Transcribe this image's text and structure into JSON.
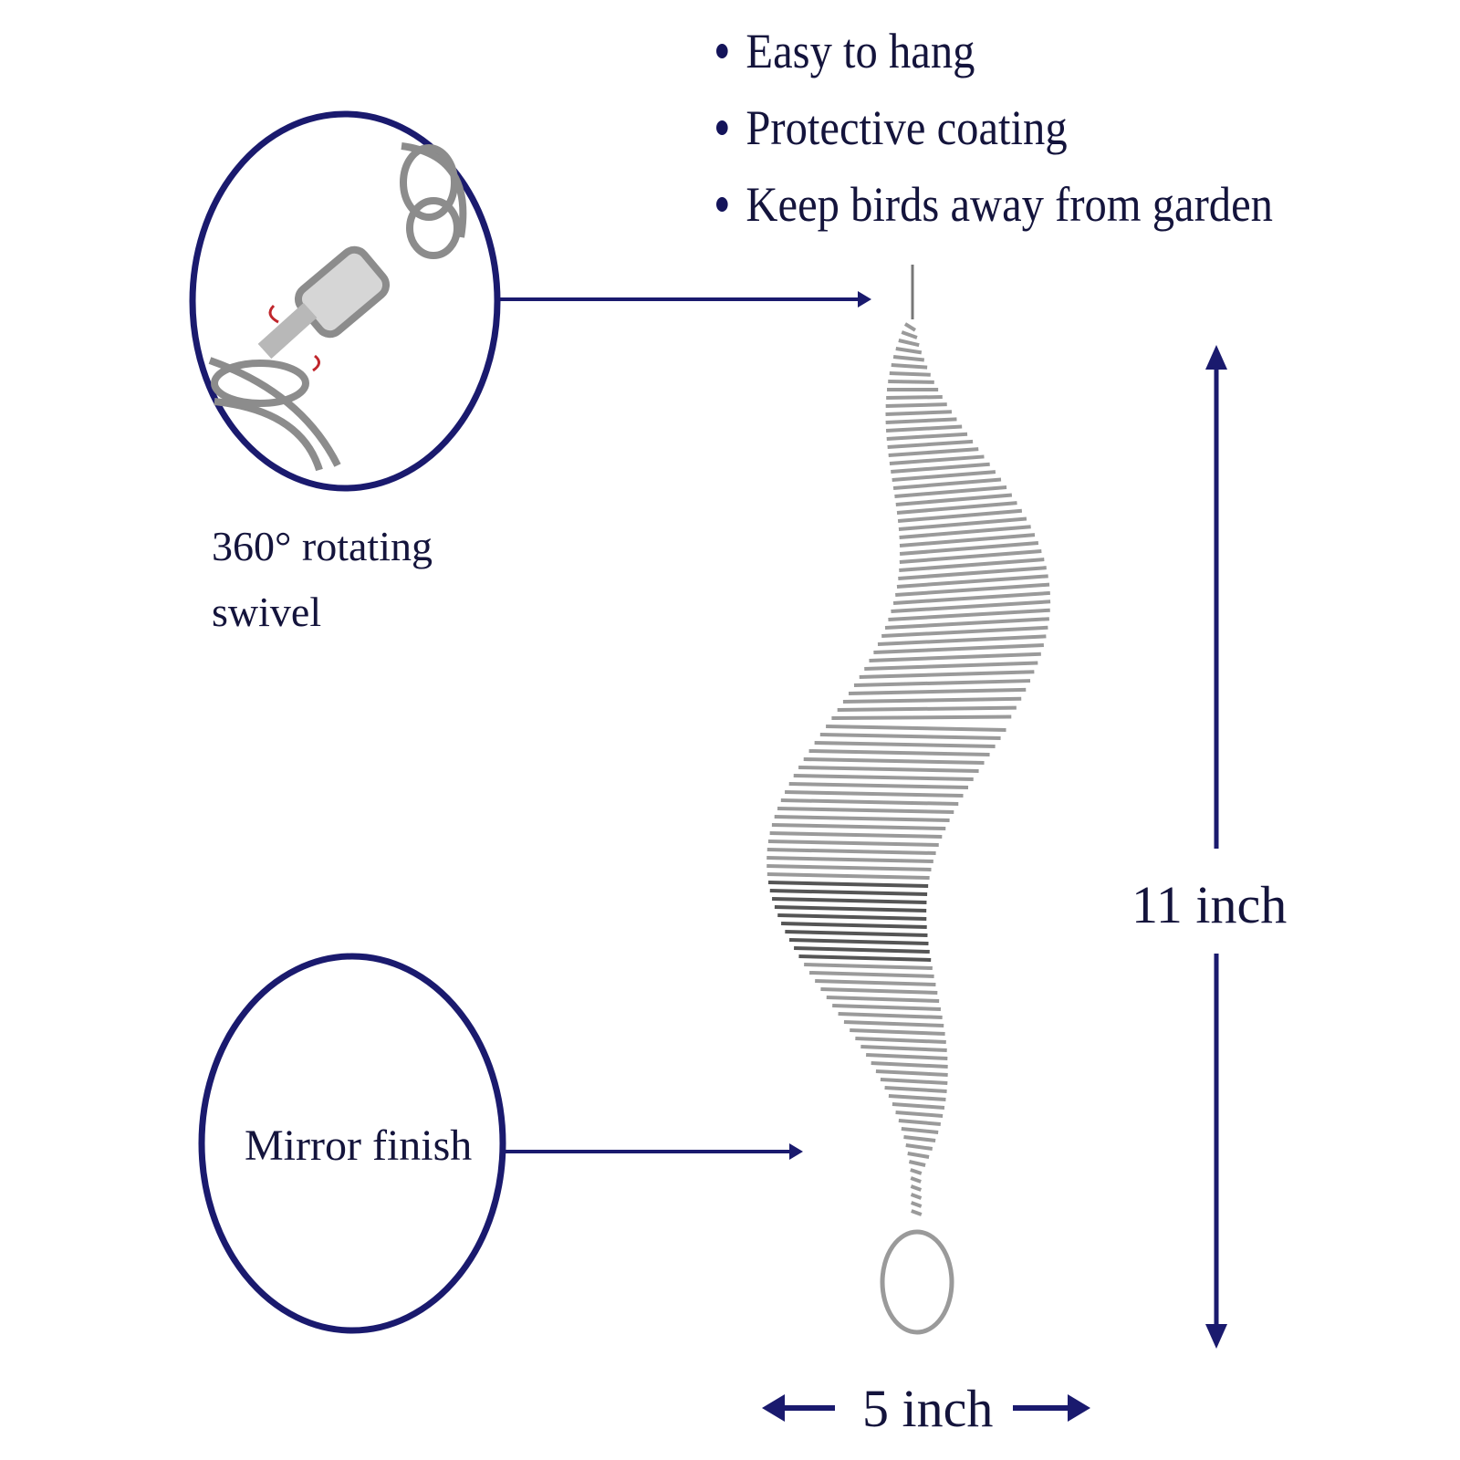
{
  "features": [
    "Easy to hang",
    "Protective coating",
    "Keep birds away from garden"
  ],
  "callouts": {
    "swivel_label_line1": "360° rotating",
    "swivel_label_line2": "swivel",
    "mirror_label": "Mirror finish"
  },
  "dimensions": {
    "height_label": "11 inch",
    "width_label": "5 inch"
  },
  "colors": {
    "navy": "#1a1a6e",
    "text": "#14143c",
    "metal": "#9a9a9a"
  }
}
